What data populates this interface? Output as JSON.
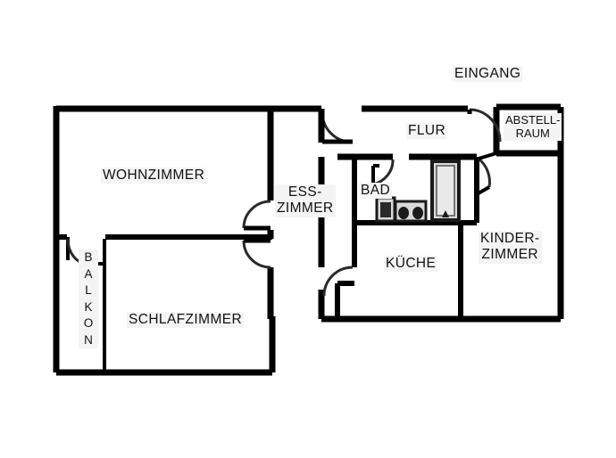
{
  "document": {
    "type": "architectural-floor-plan",
    "language": "de",
    "title": "Wohnungsgrundriss"
  },
  "colors": {
    "wall": "#000000",
    "background": "#ffffff",
    "label_text": "#111111",
    "label_highlight": "#f4f4f4",
    "fixture_fill": "#d9d9d9",
    "fixture_stroke": "#1a1a1a"
  },
  "rooms": [
    {
      "id": "wohnzimmer",
      "label": "WOHNZIMMER"
    },
    {
      "id": "esszimmer",
      "label": "ESS-\nZIMMER"
    },
    {
      "id": "schlafzimmer",
      "label": "SCHLAFZIMMER"
    },
    {
      "id": "kueche",
      "label": "KÜCHE"
    },
    {
      "id": "bad",
      "label": "BAD"
    },
    {
      "id": "flur",
      "label": "FLUR"
    },
    {
      "id": "kinderzimmer",
      "label": "KINDER-\nZIMMER"
    },
    {
      "id": "abstellraum",
      "label": "ABSTELL-\nRAUM"
    }
  ],
  "annotations": [
    {
      "id": "eingang",
      "label": "EINGANG"
    }
  ],
  "balkon": {
    "label": "BALKON",
    "letters": [
      "B",
      "A",
      "L",
      "K",
      "O",
      "N"
    ],
    "orientation": "vertical"
  },
  "fixtures": [
    {
      "id": "bathtub",
      "room": "bad",
      "shape": "rectangle"
    },
    {
      "id": "toilet",
      "room": "bad",
      "shape": "small-rectangle"
    },
    {
      "id": "sink",
      "room": "bad",
      "shape": "small-rectangle"
    }
  ],
  "doors": [
    {
      "id": "entrance-door",
      "room": "flur",
      "swing": "arc"
    },
    {
      "id": "flur-left-door",
      "room": "flur",
      "swing": "arc"
    },
    {
      "id": "flur-abstellraum-door",
      "room": "abstellraum",
      "swing": "arc"
    },
    {
      "id": "flur-kinderzimmer-door",
      "room": "kinderzimmer",
      "swing": "arc"
    },
    {
      "id": "bad-door",
      "room": "bad",
      "swing": "arc"
    },
    {
      "id": "kueche-door",
      "room": "kueche",
      "swing": "arc"
    },
    {
      "id": "wohnzimmer-esszimmer-door",
      "room": "esszimmer",
      "swing": "arc"
    },
    {
      "id": "schlafzimmer-esszimmer-door",
      "room": "esszimmer",
      "swing": "arc"
    },
    {
      "id": "balkon-door",
      "room": "balkon",
      "swing": "arc"
    }
  ]
}
